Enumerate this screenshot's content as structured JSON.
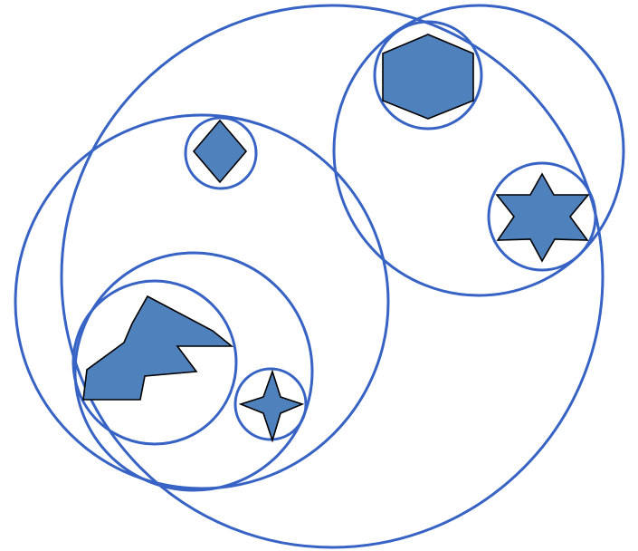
{
  "diagram": {
    "type": "nested-circles",
    "colors": {
      "circle_stroke": "#3763c4",
      "shape_fill": "#4f81bd",
      "shape_stroke": "#000000",
      "background": "#ffffff"
    },
    "circles": [
      {
        "name": "outer-large-circle"
      },
      {
        "name": "top-right-circle"
      },
      {
        "name": "left-circle"
      },
      {
        "name": "lower-left-circle"
      },
      {
        "name": "polygon-circle"
      },
      {
        "name": "diamond-circle"
      },
      {
        "name": "hexagon-circle"
      },
      {
        "name": "star-circle"
      },
      {
        "name": "four-point-star-circle"
      }
    ],
    "shapes": [
      {
        "name": "hexagon-icon",
        "kind": "hexagon"
      },
      {
        "name": "diamond-icon",
        "kind": "diamond"
      },
      {
        "name": "six-point-star-icon",
        "kind": "six-point-star"
      },
      {
        "name": "four-point-star-icon",
        "kind": "four-point-star"
      },
      {
        "name": "irregular-polygon-icon",
        "kind": "irregular-polygon"
      }
    ]
  }
}
